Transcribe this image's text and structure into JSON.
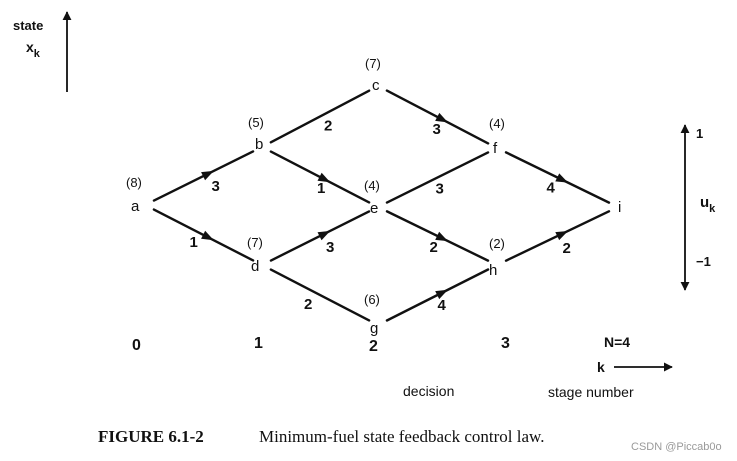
{
  "axes": {
    "state_label": "state",
    "state_symbol": "x",
    "state_sub": "k",
    "control_symbol": "u",
    "control_sub": "k",
    "control_top": "1",
    "control_bottom": "−1",
    "stage_symbol": "k",
    "stage_label": "stage number",
    "decision_label": "decision",
    "n_label": "N=4"
  },
  "stages": [
    "0",
    "1",
    "2",
    "3"
  ],
  "nodes": [
    {
      "id": "a",
      "cost": "(8)"
    },
    {
      "id": "b",
      "cost": "(5)"
    },
    {
      "id": "c",
      "cost": "(7)"
    },
    {
      "id": "d",
      "cost": "(7)"
    },
    {
      "id": "e",
      "cost": "(4)"
    },
    {
      "id": "f",
      "cost": "(4)"
    },
    {
      "id": "g",
      "cost": "(6)"
    },
    {
      "id": "h",
      "cost": "(2)"
    },
    {
      "id": "i",
      "cost": ""
    }
  ],
  "edges": [
    {
      "from": "a",
      "to": "b",
      "weight": "3",
      "optimal": true
    },
    {
      "from": "a",
      "to": "d",
      "weight": "1",
      "optimal": true
    },
    {
      "from": "b",
      "to": "c",
      "weight": "2",
      "optimal": false
    },
    {
      "from": "b",
      "to": "e",
      "weight": "1",
      "optimal": true
    },
    {
      "from": "d",
      "to": "e",
      "weight": "3",
      "optimal": true
    },
    {
      "from": "d",
      "to": "g",
      "weight": "2",
      "optimal": false
    },
    {
      "from": "c",
      "to": "f",
      "weight": "3",
      "optimal": true
    },
    {
      "from": "e",
      "to": "f",
      "weight": "3",
      "optimal": false
    },
    {
      "from": "e",
      "to": "h",
      "weight": "2",
      "optimal": true
    },
    {
      "from": "g",
      "to": "h",
      "weight": "4",
      "optimal": true
    },
    {
      "from": "f",
      "to": "i",
      "weight": "4",
      "optimal": true
    },
    {
      "from": "h",
      "to": "i",
      "weight": "2",
      "optimal": true
    }
  ],
  "caption": {
    "label": "FIGURE 6.1-2",
    "text": "Minimum-fuel state feedback control law."
  },
  "watermark": "CSDN @Piccab0o"
}
